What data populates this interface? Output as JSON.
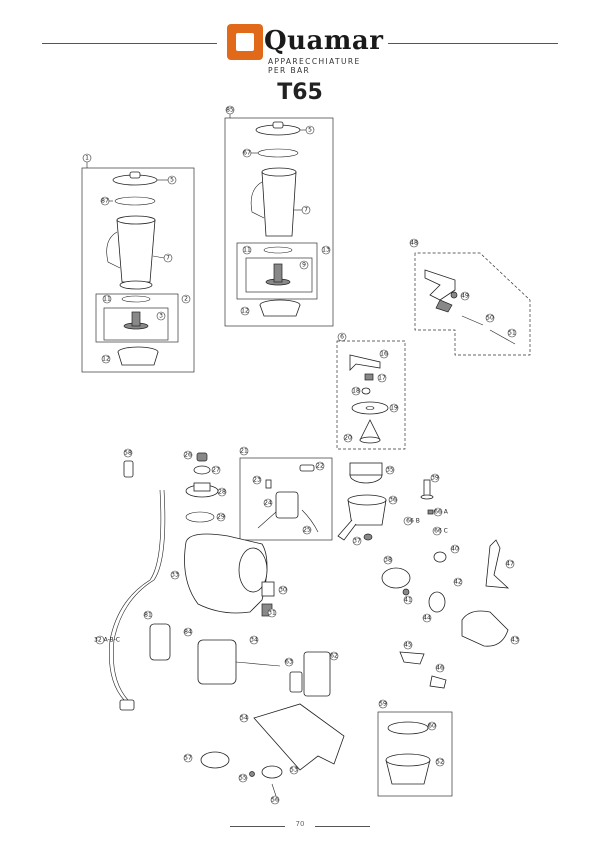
{
  "header": {
    "brand": "Quamar",
    "tagline": "APPARECCHIATURE PER BAR",
    "brand_color": "#e06a1a"
  },
  "model": "T65",
  "labels": {
    "l1": "1",
    "l5a": "5",
    "l87": "87",
    "l7a": "7",
    "l11a": "11",
    "l2": "2",
    "l3": "3",
    "l12a": "12",
    "l85": "85",
    "l5b": "5",
    "l67": "67",
    "l7b": "7",
    "l11b": "11",
    "l13": "13",
    "l9": "9",
    "l12b": "12",
    "l48": "48",
    "l49": "49",
    "l50": "50",
    "l51": "51",
    "l6": "6",
    "l16": "16",
    "l17": "17",
    "l18": "18",
    "l19": "19",
    "l20": "20",
    "l58": "58",
    "l26": "26",
    "l27": "27",
    "l28": "28",
    "l29": "29",
    "l21": "21",
    "l22": "22",
    "l23": "23",
    "l24": "24",
    "l25": "25",
    "l35": "35",
    "l36": "36",
    "l39": "39",
    "l66A": "66 A",
    "l66B": "66 B",
    "l66C": "66 C",
    "l37": "37",
    "l33": "33",
    "l30": "30",
    "l31": "31",
    "l38": "38",
    "l40": "40",
    "l41": "41",
    "l42": "42",
    "l44": "44",
    "l47": "47",
    "l43": "43",
    "l81": "81",
    "l84": "84",
    "l34": "34",
    "l32": "32 A-B-C",
    "l63": "63",
    "l62": "62",
    "l45": "45",
    "l46": "46",
    "l59": "59",
    "l60": "60",
    "l52": "52",
    "l54": "54",
    "l57": "57",
    "l53": "53",
    "l55": "55",
    "l56": "56"
  },
  "footer": {
    "page": "70"
  }
}
